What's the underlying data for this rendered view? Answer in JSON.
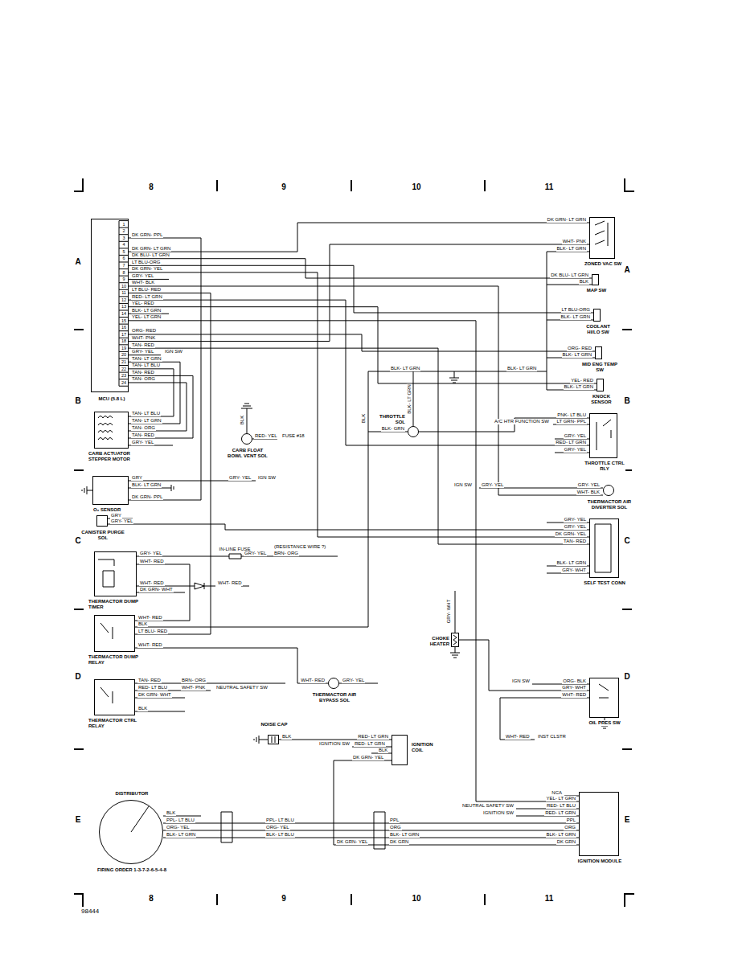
{
  "diagram": {
    "nodes": [
      {
        "text": [
          "MCU (5.8 L)"
        ]
      },
      {
        "text": [
          "ZONED VAC SW"
        ]
      },
      {
        "text": [
          "MAP SW"
        ]
      },
      {
        "text": [
          "COOLANT HI/LO SW"
        ]
      },
      {
        "text": [
          "MID ENG TEMP SW"
        ]
      },
      {
        "text": [
          "KNOCK SENSOR"
        ]
      },
      {
        "text": [
          "CARB ACTUATOR STEPPER MOTOR"
        ]
      },
      {
        "text": [
          "CARB FLOAT BOWL VENT SOL"
        ]
      },
      {
        "text": [
          "THROTTLE SOL"
        ]
      },
      {
        "text": [
          "THROTTLE CTRL RLY"
        ]
      },
      {
        "text": [
          "O₂ SENSOR"
        ]
      },
      {
        "text": [
          "CANISTER PURGE SOL"
        ]
      },
      {
        "text": [
          "THERMACTOR AIR DIVERTER SOL"
        ]
      },
      {
        "text": [
          "SELF TEST CONN"
        ]
      },
      {
        "text": [
          "THERMACTOR DUMP TIMER"
        ]
      },
      {
        "text": [
          "THERMACTOR DUMP RELAY"
        ]
      },
      {
        "text": [
          "CHOKE HEATER"
        ]
      },
      {
        "text": [
          "THERMACTOR CTRL RELAY"
        ]
      },
      {
        "text": [
          "THERMACTOR AIR BYPASS SOL"
        ]
      },
      {
        "text": [
          "OIL PRES SW"
        ]
      },
      {
        "text": [
          "NOISE CAP"
        ]
      },
      {
        "text": [
          "IGNITION COIL"
        ]
      },
      {
        "text": [
          "DISTRIBUTOR",
          "FIRING ORDER 1-3-7-2-6-5-4-8"
        ]
      },
      {
        "text": [
          "IGNITION MODULE"
        ]
      }
    ],
    "edges": [
      {
        "from": 0,
        "to": 1,
        "arrow": "none",
        "label": "DK GRN- LT GRN"
      },
      {
        "from": 0,
        "to": 1,
        "arrow": "none",
        "label": "WHT- PNK"
      },
      {
        "from": 0,
        "to": 2,
        "arrow": "none",
        "label": "DK BLU- LT GRN"
      },
      {
        "from": 0,
        "to": 3,
        "arrow": "none",
        "label": "LT BLU-ORG"
      },
      {
        "from": 0,
        "to": 4,
        "arrow": "none",
        "label": "ORG- RED"
      },
      {
        "from": 0,
        "to": 5,
        "arrow": "none",
        "label": "YEL- RED"
      },
      {
        "from": 0,
        "to": 9,
        "arrow": "none",
        "label": "RED- LT GRN"
      },
      {
        "from": 0,
        "to": 13,
        "arrow": "none",
        "label": "DK GRN- YEL"
      },
      {
        "from": 0,
        "to": 13,
        "arrow": "none",
        "label": "TAN- RED"
      },
      {
        "from": 0,
        "to": 6,
        "arrow": "none",
        "label": "TAN- LT BLU"
      },
      {
        "from": 0,
        "to": 6,
        "arrow": "none",
        "label": "TAN- LT GRN"
      },
      {
        "from": 0,
        "to": 6,
        "arrow": "none",
        "label": "TAN- ORG"
      },
      {
        "from": 0,
        "to": 6,
        "arrow": "none",
        "label": "TAN- RED"
      },
      {
        "from": 0,
        "to": 10,
        "arrow": "none",
        "label": "DK GRN- PPL"
      },
      {
        "from": 0,
        "to": 12,
        "arrow": "none",
        "label": "WHT- BLK"
      },
      {
        "from": 0,
        "to": 15,
        "arrow": "none",
        "label": "LT BLU- RED"
      },
      {
        "from": 0,
        "to": 23,
        "arrow": "none",
        "label": "YEL- LT GRN"
      },
      {
        "from": 8,
        "to": 9,
        "arrow": "none",
        "label": "PNK- LT BLU"
      },
      {
        "from": 14,
        "to": 15,
        "arrow": "none",
        "label": "WHT- RED"
      },
      {
        "from": 15,
        "to": 18,
        "arrow": "none",
        "label": "WHT- RED"
      },
      {
        "from": 11,
        "to": 13,
        "arrow": "none",
        "label": "GRY- YEL"
      },
      {
        "from": 16,
        "to": 19,
        "arrow": "none",
        "label": "GRY- WHT"
      },
      {
        "from": 20,
        "to": 21,
        "arrow": "none",
        "label": "RED- LT GRN"
      },
      {
        "from": 21,
        "to": 23,
        "arrow": "none",
        "label": "DK GRN"
      },
      {
        "from": 22,
        "to": 23,
        "arrow": "none",
        "label": "PPL"
      },
      {
        "from": 22,
        "to": 23,
        "arrow": "none",
        "label": "ORG"
      },
      {
        "from": 22,
        "to": 23,
        "arrow": "none",
        "label": "BLK- LT GRN"
      }
    ],
    "labels": [
      "8",
      "9",
      "10",
      "11",
      "8",
      "9",
      "10",
      "11",
      "A",
      "B",
      "C",
      "D",
      "E",
      "A",
      "B",
      "C",
      "D",
      "E",
      "98444",
      "1",
      "2",
      "3",
      "4",
      "5",
      "6",
      "7",
      "8",
      "9",
      "10",
      "11",
      "12",
      "13",
      "14",
      "15",
      "16",
      "17",
      "18",
      "19",
      "20",
      "21",
      "22",
      "23",
      "24",
      "DK GRN- PPL",
      "DK GRN- LT GRN",
      "DK BLU- LT GRN",
      "LT BLU-ORG",
      "DK GRN- YEL",
      "GRY- YEL",
      "WHT- BLK",
      "LT BLU- RED",
      "RED- LT GRN",
      "YEL- RED",
      "BLK- LT GRN",
      "YEL- LT GRN",
      "ORG- RED",
      "WHT- PNK",
      "TAN- RED",
      "GRY- YEL",
      "TAN- LT GRN",
      "TAN- LT BLU",
      "TAN- RED",
      "TAN- ORG",
      "IGN SW",
      "BLK- LT GRN",
      "BLK",
      "BLK- LT GRN",
      "BLK- LT GRN",
      "BLK- LT GRN",
      "BLK- LT GRN",
      "BLK- LT GRN",
      "BLK",
      "BLK- LT GRN",
      "BLK- GRN",
      "A/C HTR FUNCTION SW",
      "LT GRN- PPL",
      "GRY- YEL",
      "GRY- YEL",
      "GRY- YEL",
      "BLK",
      "RED- YEL",
      "FUSE #18",
      "GRY",
      "BLK- LT GRN",
      "GRY- YEL",
      "IGN SW",
      "GRY",
      "GRY- YEL",
      "IGN SW",
      "GRY- YEL",
      "GRY- YEL",
      "GRY- YEL",
      "BLK- LT GRN",
      "GRY- WHT",
      "GRY- YEL",
      "WHT- RED",
      "IN-LINE FUSE",
      "GRY- YEL",
      "BRN- ORG",
      "(RESISTANCE WIRE ?)",
      "WHT- RED",
      "DK GRN- WHT",
      "WHT- RED",
      "BLK",
      "WHT- RED",
      "GRY- WHT",
      "TAN- RED",
      "BRN- ORG",
      "RED- LT BLU",
      "WHT- PNK",
      "NEUTRAL SAFETY SW",
      "DK GRN- WHT",
      "BLK",
      "GRY- YEL",
      "IGN SW",
      "ORG- BLK",
      "WHT- RED",
      "WHT- RED",
      "INST CLSTR",
      "BLK",
      "IGNITION SW",
      "RED- LT GRN",
      "BLK",
      "DK GRN- YEL",
      "BLK",
      "PPL- LT BLU",
      "ORG- YEL",
      "BLK- LT GRN",
      "PPL- LT BLU",
      "ORG- YEL",
      "BLK- LT BLU",
      "DK GRN- YEL",
      "PPL",
      "ORG",
      "BLK- LT GRN",
      "DK GRN",
      "NCA",
      "RED- LT BLU",
      "RED- LT GRN",
      "NEUTRAL SAFETY SW",
      "IGNITION SW"
    ]
  }
}
